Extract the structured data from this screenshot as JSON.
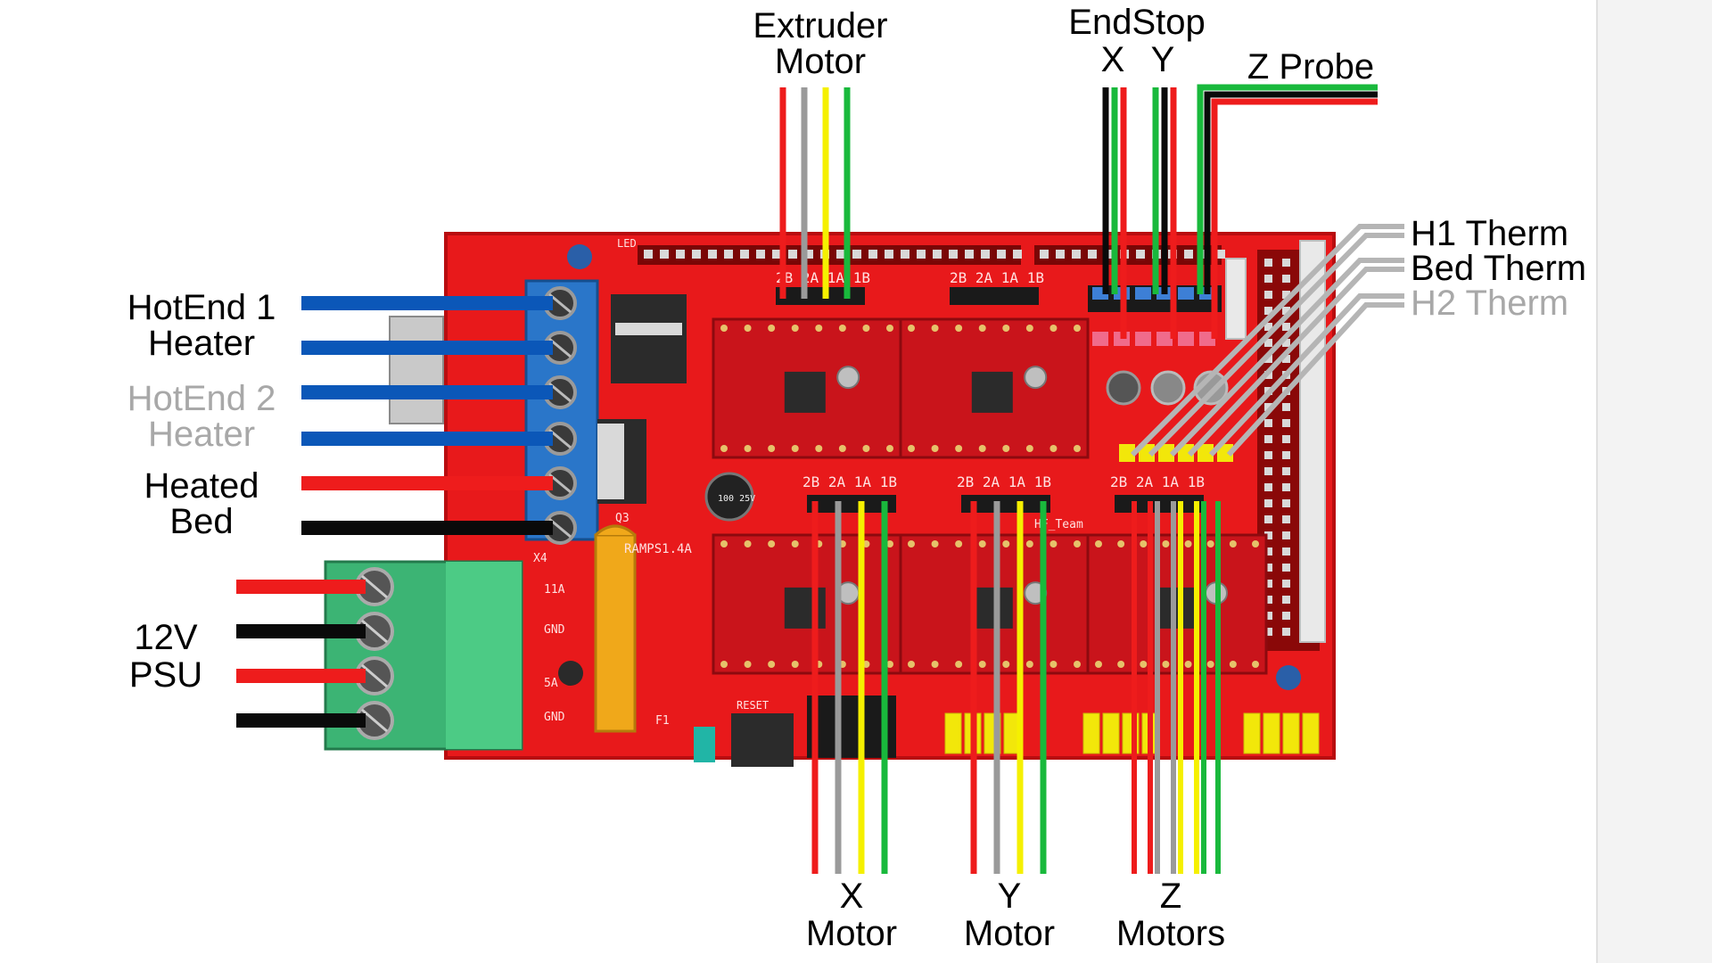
{
  "labels": {
    "hotend1_line1": "HotEnd 1",
    "hotend1_line2": "Heater",
    "hotend2_line1": "HotEnd 2",
    "hotend2_line2": "Heater",
    "heatbed_line1": "Heated",
    "heatbed_line2": "Bed",
    "psu_line1": "12V",
    "psu_line2": "PSU",
    "extruder_line1": "Extruder",
    "extruder_line2": "Motor",
    "endstop": "EndStop",
    "endstop_x": "X",
    "endstop_y": "Y",
    "zprobe": "Z Probe",
    "h1therm": "H1 Therm",
    "bedtherm": "Bed Therm",
    "h2therm": "H2 Therm",
    "xmotor_line1": "X",
    "xmotor_line2": "Motor",
    "ymotor_line1": "Y",
    "ymotor_line2": "Motor",
    "zmotors_line1": "Z",
    "zmotors_line2": "Motors"
  },
  "board": {
    "name": "RAMPS1.4A",
    "team": "HF_Team",
    "reset": "RESET",
    "driver_pins": "2B 2A 1A 1B",
    "x4": "X4",
    "q3": "Q3",
    "f1": "F1",
    "c6_cap": "100 25V",
    "gnd": "GND",
    "d1": "11A",
    "d2": "5A",
    "led": "LED"
  },
  "colors": {
    "board": "#e8191b",
    "board_dark": "#b80d10",
    "wire_blue": "#0b57b8",
    "wire_red": "#ee1c1c",
    "wire_black": "#0a0a0a",
    "wire_gray": "#9a9a9a",
    "wire_yellow": "#f5f000",
    "wire_green": "#19b93c",
    "therm_gray": "#b5b5b5",
    "terminal_blue": "#2a76c9",
    "terminal_green": "#3cb474",
    "header_yellow": "#f2e70a",
    "muted_text": "#a8a8a8"
  }
}
